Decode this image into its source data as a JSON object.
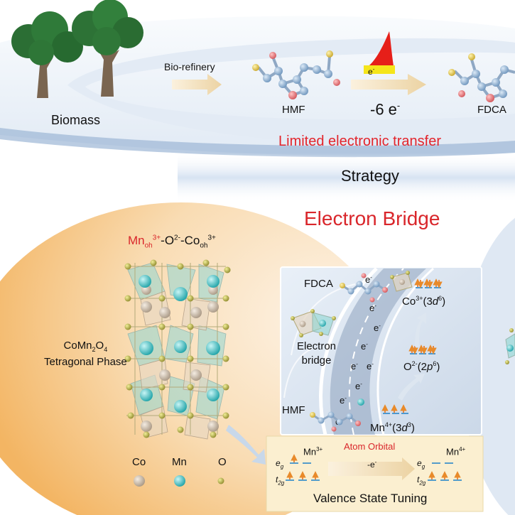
{
  "top": {
    "biomass": "Biomass",
    "biorefinery": "Bio-refinery",
    "hmf": "HMF",
    "six_electrons": "-6 e",
    "fdca": "FDCA",
    "limited": "Limited electronic transfer",
    "orbital_e": "e"
  },
  "strategy": "Strategy",
  "title": "Electron Bridge",
  "formula": {
    "mn": "Mn",
    "oh": "oh",
    "mn_charge": "3+",
    "dash_o": "-O",
    "o_charge": "2-",
    "dash_co": "-Co",
    "co_charge": "3+"
  },
  "phase": {
    "line1_a": "CoMn",
    "sub2": "2",
    "line1_b": "O",
    "sub4": "4",
    "line2": "Tetragonal Phase"
  },
  "legend": [
    "Co",
    "Mn",
    "O"
  ],
  "mechanism": {
    "fdca": "FDCA",
    "bridge_l1": "Electron",
    "bridge_l2": "bridge",
    "hmf": "HMF",
    "co_state": "Co",
    "co_charge": "3+",
    "co_orbital": "(3",
    "co_orb_d": "d",
    "co_exp": "6",
    "o_state": "O",
    "o_charge": "2-",
    "o_orbital": "(2",
    "o_orb_p": "p",
    "o_exp": "6",
    "mn_state": "Mn",
    "mn_charge": "4+",
    "mn_orbital": "(3",
    "mn_orb_d": "d",
    "mn_exp": "3",
    "electron": "e"
  },
  "valence": {
    "atom_orbital": "Atom Orbital",
    "mn3": "Mn",
    "mn3_charge": "3+",
    "mn4": "Mn",
    "mn4_charge": "4+",
    "minus_e": "-e",
    "eg": "e",
    "eg_sub": "g",
    "t2g": "t",
    "t2g_sub": "2g",
    "title": "Valence State Tuning"
  },
  "colors": {
    "sky": "#d9e5f3",
    "accent_red": "#d9262b",
    "arrow_tan": "#f0dcb6",
    "co_atom": "#d9c9b4",
    "mn_atom": "#5fd0d0",
    "o_atom": "#c9c25a",
    "left_panel": "#f6c98c",
    "valence_box": "#fbefd0"
  },
  "icons": [
    "tree-icon",
    "molecule-icon",
    "arrow-icon",
    "electron-spin-icon"
  ]
}
